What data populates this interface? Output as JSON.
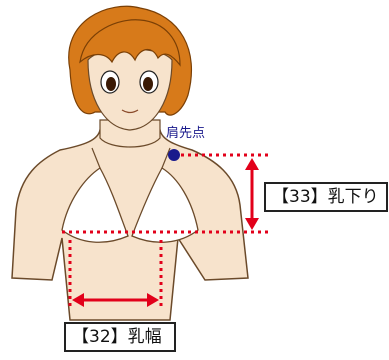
{
  "labels": {
    "shoulder_point": "肩先点",
    "bust_drop": "【33】乳下り",
    "bust_width": "【32】乳幅"
  },
  "colors": {
    "measure_red": "#e2001a",
    "point_navy": "#1a1a8c",
    "skin": "#f7e3cc",
    "hair": "#d77a1a",
    "outline": "#6b4a2a"
  }
}
